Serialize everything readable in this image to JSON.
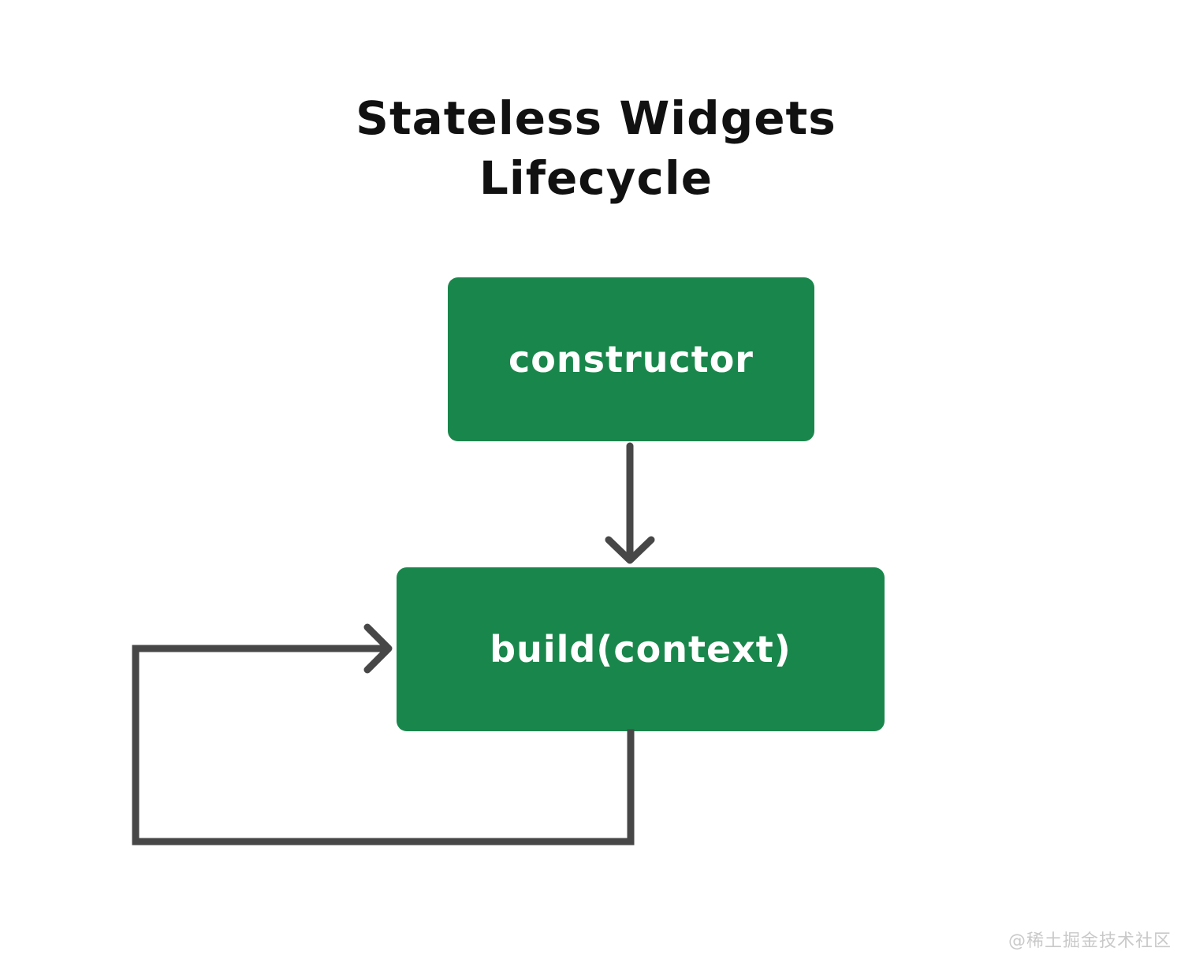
{
  "title": {
    "line1": "Stateless Widgets",
    "line2": "Lifecycle"
  },
  "nodes": {
    "constructor": {
      "label": "constructor"
    },
    "build": {
      "label": "build(context)"
    }
  },
  "arrows": {
    "constructor_to_build": "constructor to build(context)",
    "build_loop": "build(context) rebuild loop"
  },
  "watermark": "@稀土掘金技术社区",
  "colors": {
    "node_bg": "#19874B",
    "node_text": "#ffffff",
    "arrow": "#474747",
    "title_text": "#111111",
    "watermark_text": "#c9c9c9",
    "page_bg": "#ffffff"
  }
}
